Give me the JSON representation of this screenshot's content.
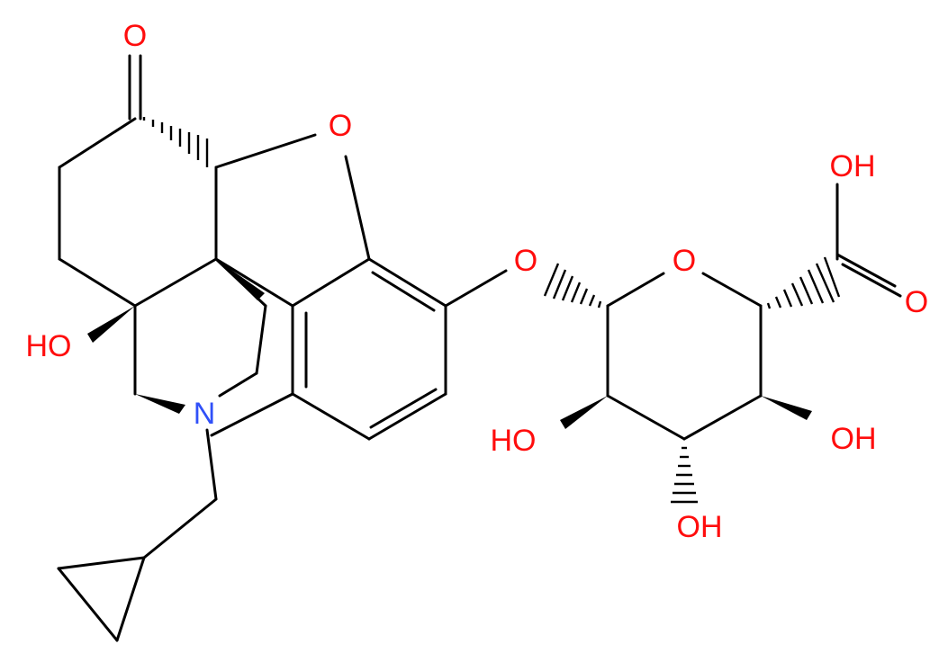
{
  "colors": {
    "bond": "#000000",
    "oxygen": "#ff0d0d",
    "nitrogen": "#3050f8",
    "background": "#ffffff"
  },
  "atoms": {
    "o_ketone": "O",
    "o_furan": "O",
    "o_glycosidic": "O",
    "o_ring": "O",
    "n_amine": "N",
    "oh_tertiary": "HO",
    "oh_acid": "OH",
    "o_acid_carbonyl": "O",
    "oh_c2": "HO",
    "oh_c3": "OH",
    "oh_c4": "OH"
  }
}
